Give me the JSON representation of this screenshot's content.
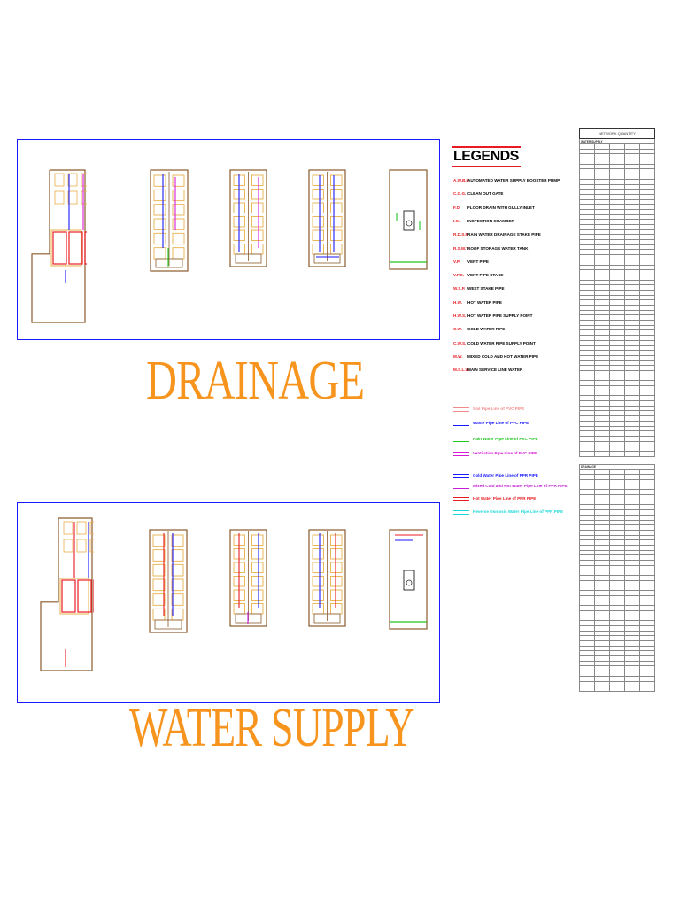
{
  "titles": {
    "drainage": "DRAINAGE",
    "water_supply": "WATER SUPPLY",
    "color": "#f7941d"
  },
  "legend": {
    "title": "LEGENDS",
    "abbr_color": "#e81b23",
    "abbreviations": [
      {
        "abbr": "A.W.B.P.",
        "desc": "AUTOMATED WATER SUPPLY BOOSTER PUMP"
      },
      {
        "abbr": "C.O.G.",
        "desc": "CLEAN OUT GATE"
      },
      {
        "abbr": "F.D.",
        "desc": "FLOOR DRAIN WITH GULLY INLET"
      },
      {
        "abbr": "I.C.",
        "desc": "INSPECTION CHAMBER"
      },
      {
        "abbr": "R.D.S.P.",
        "desc": "RAIN WATER DRAINAGE STAKE PIPE"
      },
      {
        "abbr": "R.S.W.T.",
        "desc": "ROOF STORAGE WATER TANK"
      },
      {
        "abbr": "V.P.",
        "desc": "VENT PIPE"
      },
      {
        "abbr": "V.P.S.",
        "desc": "VENT PIPE STAKE"
      },
      {
        "abbr": "W.S.P.",
        "desc": "WEST STAKE PIPE"
      },
      {
        "abbr": "H.W.",
        "desc": "HOT WATER PIPE"
      },
      {
        "abbr": "H.W.S.",
        "desc": "HOT WATER PIPE SUPPLY POINT"
      },
      {
        "abbr": "C.W.",
        "desc": "COLD WATER PIPE"
      },
      {
        "abbr": "C.W.S.",
        "desc": "COLD WATER PIPE SUPPLY POINT"
      },
      {
        "abbr": "M.W.",
        "desc": "MIXED COLD AND HOT WATER PIPE"
      },
      {
        "abbr": "M.S.L.W.",
        "desc": "MAIN SERVICE LINE WATER"
      }
    ],
    "pipe_lines": [
      {
        "label": "Soil Pipe Line of PVC PIPE",
        "color": "#f28c8c"
      },
      {
        "label": "Waste Pipe Line of PVC PIPE",
        "color": "#1a1aff"
      },
      {
        "label": "Rain Water Pipe Line of PVC PIPE",
        "color": "#22c322"
      },
      {
        "label": "Ventilation Pipe Line of PVC PIPE",
        "color": "#d81bd8"
      },
      {
        "label": "Cold Water Pipe Line of PPR PIPE",
        "color": "#1a1aff"
      },
      {
        "label": "Mixed Cold and Hot Water Pipe Line of PPR PIPE",
        "color": "#c51bd8"
      },
      {
        "label": "Hot Water Pipe Line of PPR PIPE",
        "color": "#e81b23"
      },
      {
        "label": "Reverse Osmosis Water Pipe Line of PPR PIPE",
        "color": "#1bd8d8"
      }
    ]
  },
  "table": {
    "title": "NETWORK QUANTITY",
    "section_1": "WATER SUPPLY",
    "section_2": "DRAINAGE",
    "rows_section_1": 62,
    "rows_section_2": 44
  },
  "colors": {
    "frame": "#1a1aff",
    "wall": "#8b5a2b",
    "fixture": "#e8b04a"
  }
}
